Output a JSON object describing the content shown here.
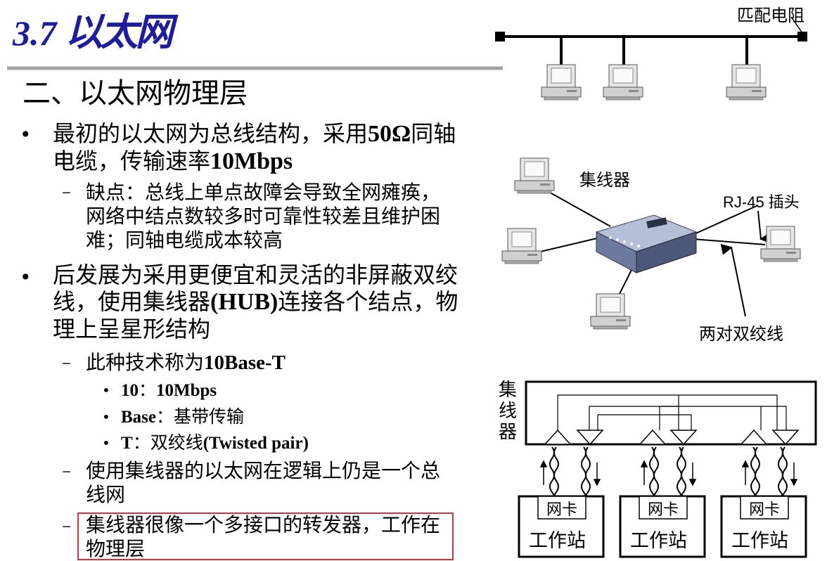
{
  "slide": {
    "title_number": "3.7",
    "title_text": "以太网",
    "section": "二、以太网物理层",
    "bullet1_pre": "最初的以太网为总线结构，采用",
    "bullet1_bold": "50Ω",
    "bullet1_post": "同轴电缆，传输速率",
    "bullet1_bold2": "10Mbps",
    "sub1": "缺点：总线上单点故障会导致全网瘫痪，网络中结点数较多时可靠性较差且维护困难；同轴电缆成本较高",
    "bullet2_pre": "后发展为采用更便宜和灵活的非屏蔽双绞线，使用集线器",
    "bullet2_bold": "(HUB)",
    "bullet2_post": "连接各个结点，物理上呈星形结构",
    "sub2_pre": "此种技术称为",
    "sub2_bold": "10Base-T",
    "sub3_items": [
      {
        "bold": "10",
        "text": "：",
        "bold2": "10Mbps",
        "text2": ""
      },
      {
        "bold": "Base",
        "text": "：基带传输",
        "bold2": "",
        "text2": ""
      },
      {
        "bold": "T",
        "text": "：双绞线",
        "bold2": "(Twisted pair)",
        "text2": ""
      }
    ],
    "sub4": "使用集线器的以太网在逻辑上仍是一个总线网",
    "sub5": "集线器很像一个多接口的转发器，工作在物理层",
    "bullet_glyph": "•",
    "dash_glyph": "–"
  },
  "diagram": {
    "terminator_label": "匹配电阻",
    "hub_label": "集线器",
    "rj45_label": "RJ-45 插头",
    "twisted_label": "两对双绞线",
    "hub_vertical": [
      "集",
      "线",
      "器"
    ],
    "nic_label": "网卡",
    "station_label": "工作站"
  },
  "colors": {
    "title": "#1c1c9c",
    "highlight_border": "#d6303a"
  }
}
